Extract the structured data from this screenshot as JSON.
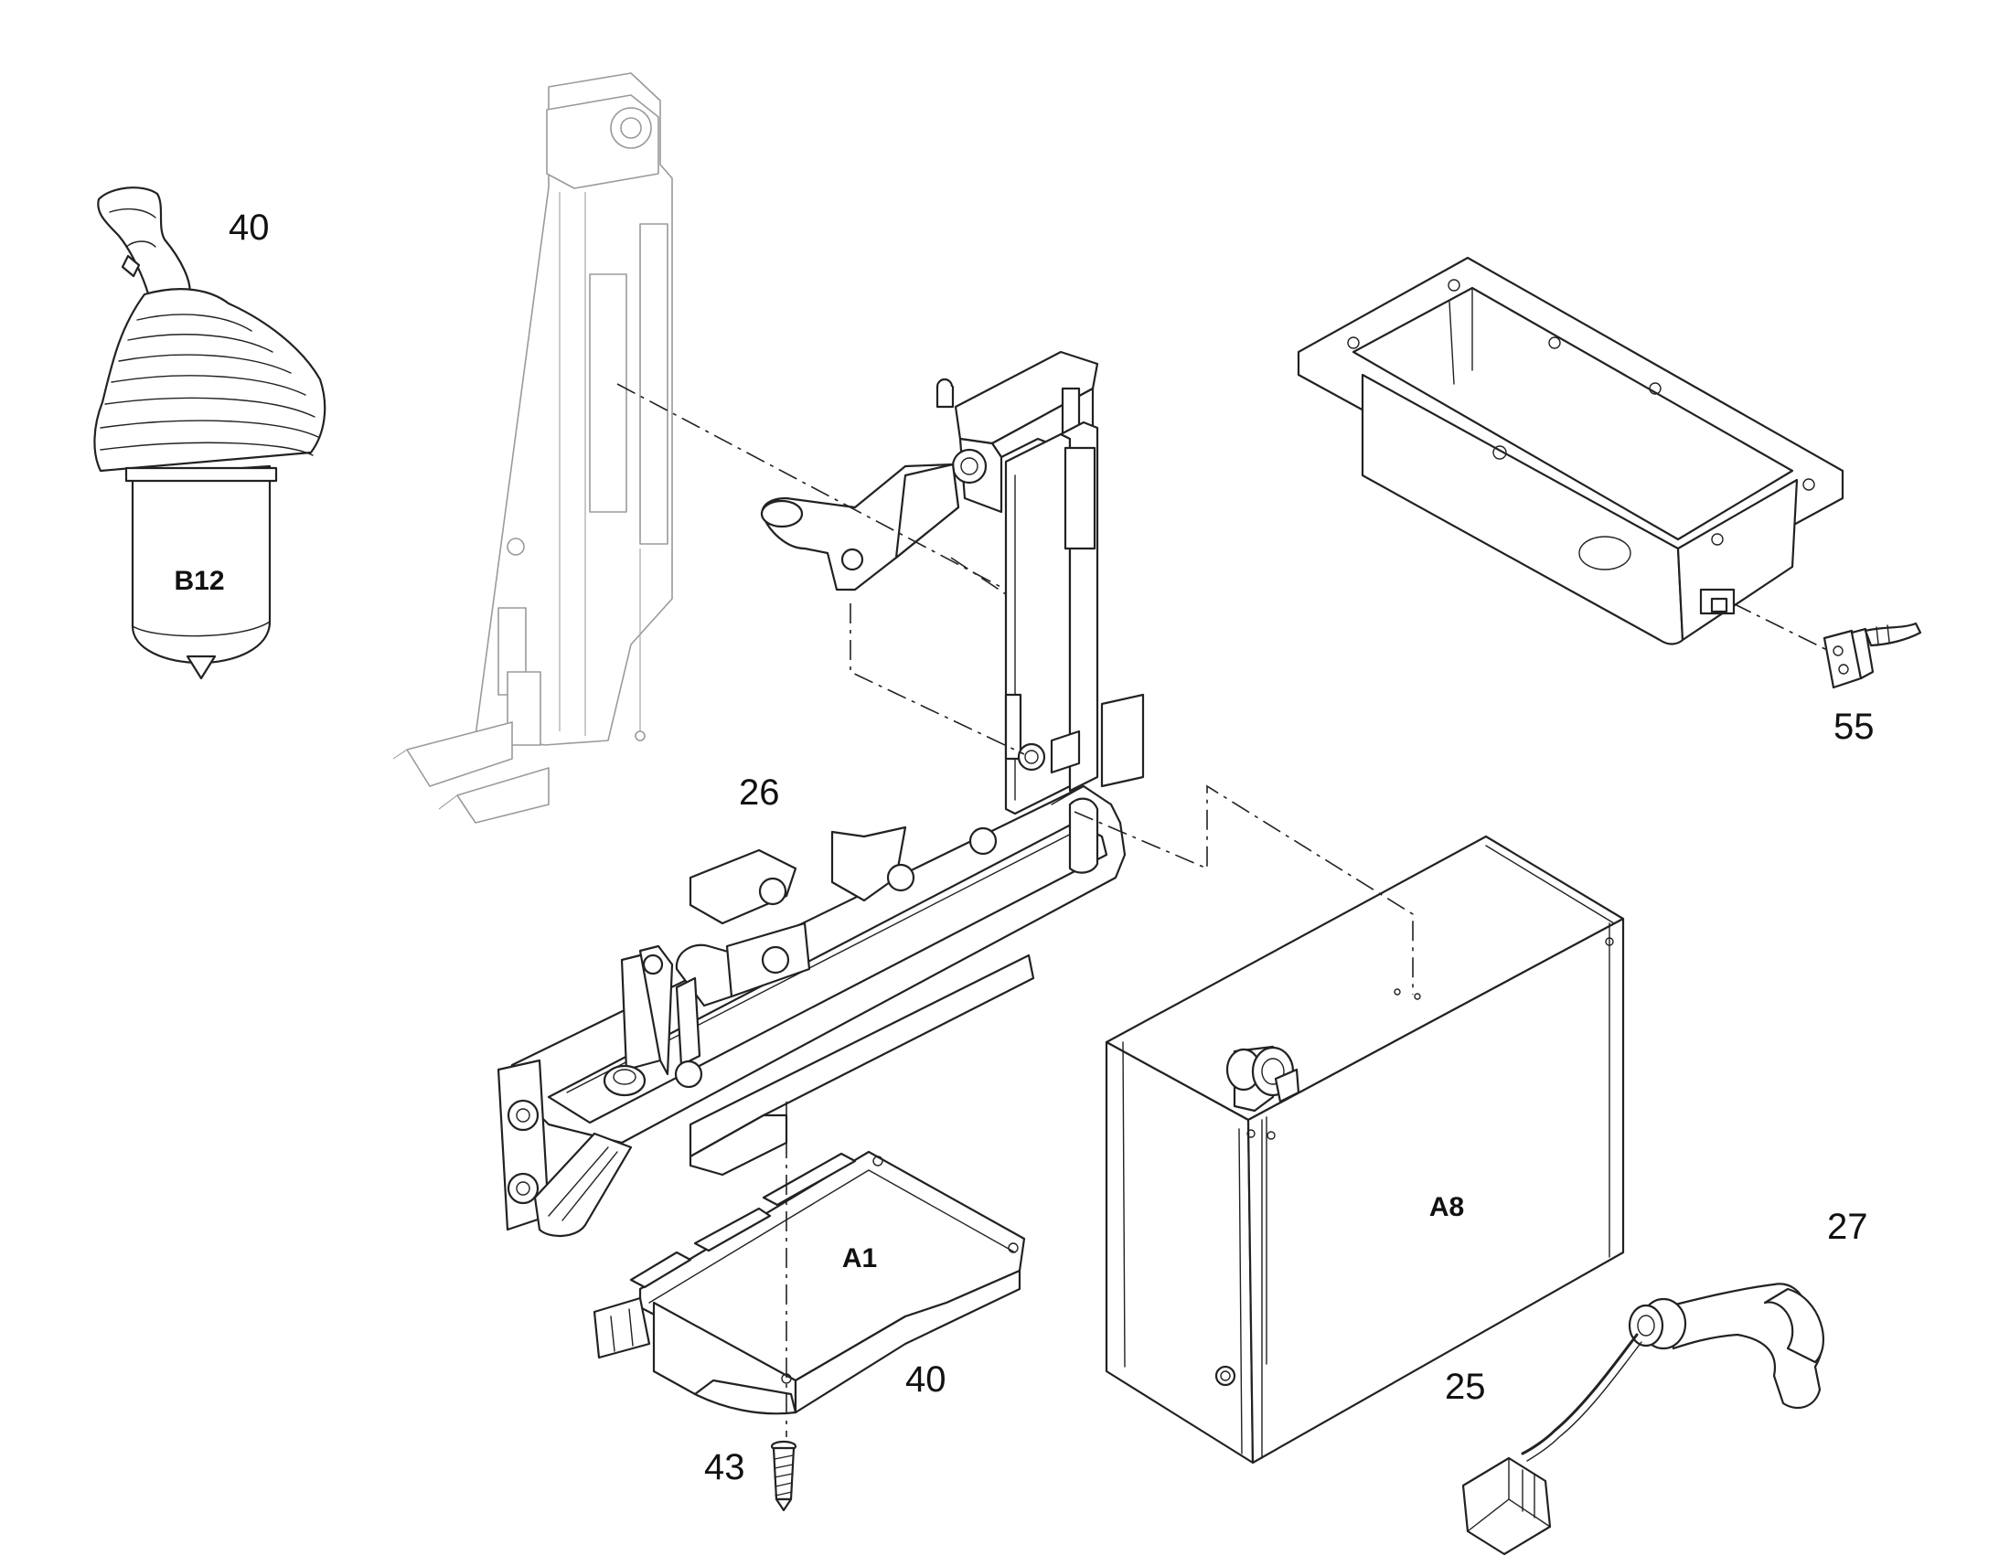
{
  "diagram": {
    "callouts": {
      "joystick_item": "40",
      "bracket_item": "26",
      "connector_item": "55",
      "module_item": "40",
      "screw_item": "43",
      "box_item": "25",
      "cable_item": "27"
    },
    "designators": {
      "joystick": "B12",
      "module": "A1",
      "box": "A8"
    }
  }
}
